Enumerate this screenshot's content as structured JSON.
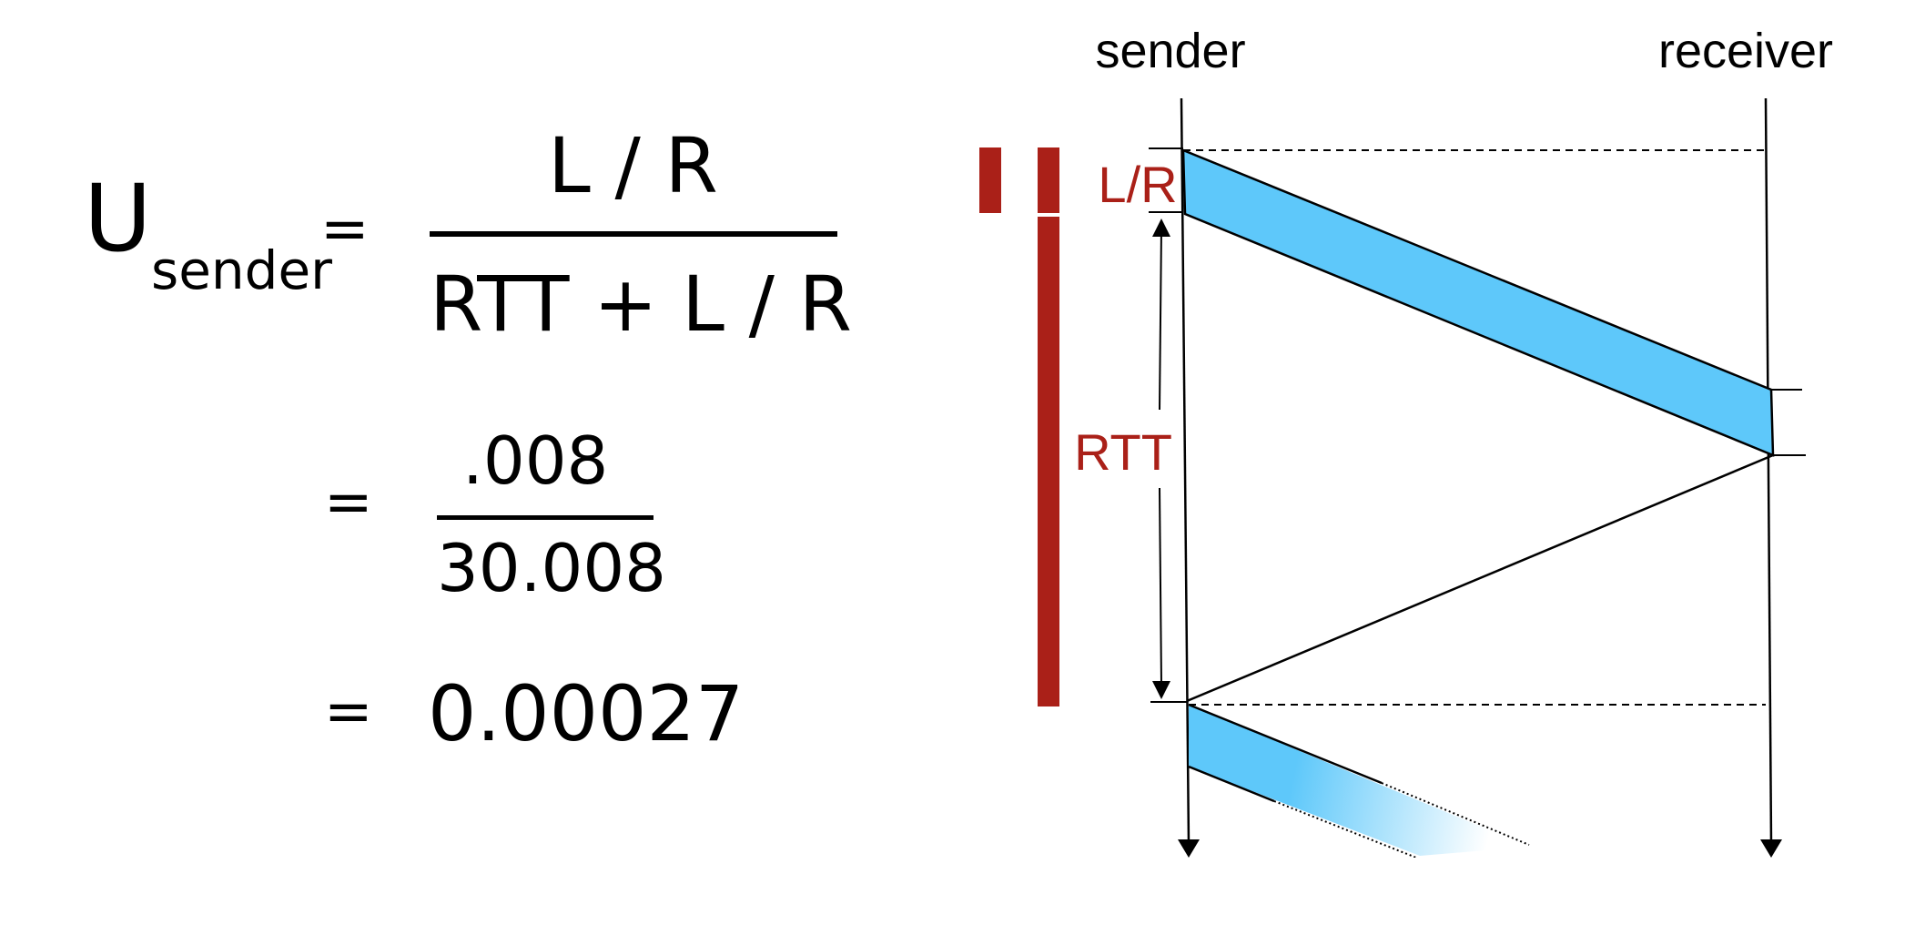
{
  "formula": {
    "u_symbol": "U",
    "u_subscript": "sender",
    "equals": "=",
    "numerator1": "L / R",
    "denominator1": "RTT + L / R",
    "numerator2": ".008",
    "denominator2": "30.008",
    "result": "0.00027"
  },
  "diagram": {
    "sender_label": "sender",
    "receiver_label": "receiver",
    "lr_label": "L/R",
    "rtt_label": "RTT"
  },
  "colors": {
    "packet": "#5ec8fa",
    "accent_red": "#aa2018",
    "line": "#000000"
  }
}
